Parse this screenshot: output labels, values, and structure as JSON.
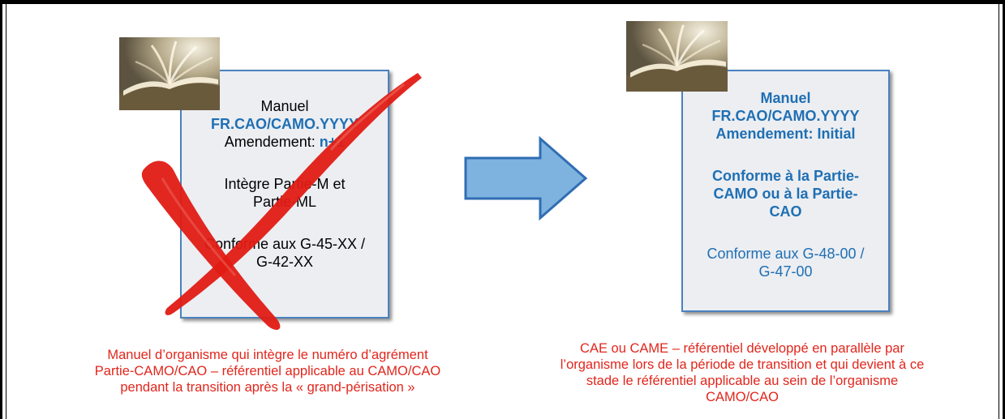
{
  "left_doc": {
    "line1": "Manuel",
    "line2": "FR.CAO/CAMO.YYYY",
    "line3_prefix": "Amendement: ",
    "line3_suffix": "n+1",
    "line4": "Intègre Partie-M et",
    "line5": "Partie-ML",
    "line6": "Conforme aux G-45-XX /",
    "line7": "G-42-XX"
  },
  "right_doc": {
    "line1": "Manuel",
    "line2": "FR.CAO/CAMO.YYYY",
    "line3": "Amendement: Initial",
    "line4": "Conforme à la Partie-",
    "line5": "CAMO ou à la Partie-",
    "line6": "CAO",
    "line7": "Conforme aux G-48-00 /",
    "line8": "G-47-00"
  },
  "captions": {
    "left": [
      "Manuel d’organisme qui intègre le numéro d’agrément",
      "Partie-CAMO/CAO – référentiel applicable au CAMO/CAO",
      "pendant la transition après la « grand-périsation »"
    ],
    "right": [
      "CAE ou CAME – référentiel développé en parallèle par",
      "l’organisme lors de la période de transition et qui devient à ce",
      "stade le référentiel applicable au sein de l’organisme",
      "CAMO/CAO"
    ]
  },
  "colors": {
    "accent_blue": "#1f6fb3",
    "caption_red": "#e1261c",
    "cross_red": "#e01b14",
    "arrow_fill": "#7fb3df",
    "arrow_stroke": "#2f6eb3"
  },
  "icons": {
    "book": "open-book-photo",
    "cross": "red-x-mark",
    "arrow": "right-arrow"
  }
}
